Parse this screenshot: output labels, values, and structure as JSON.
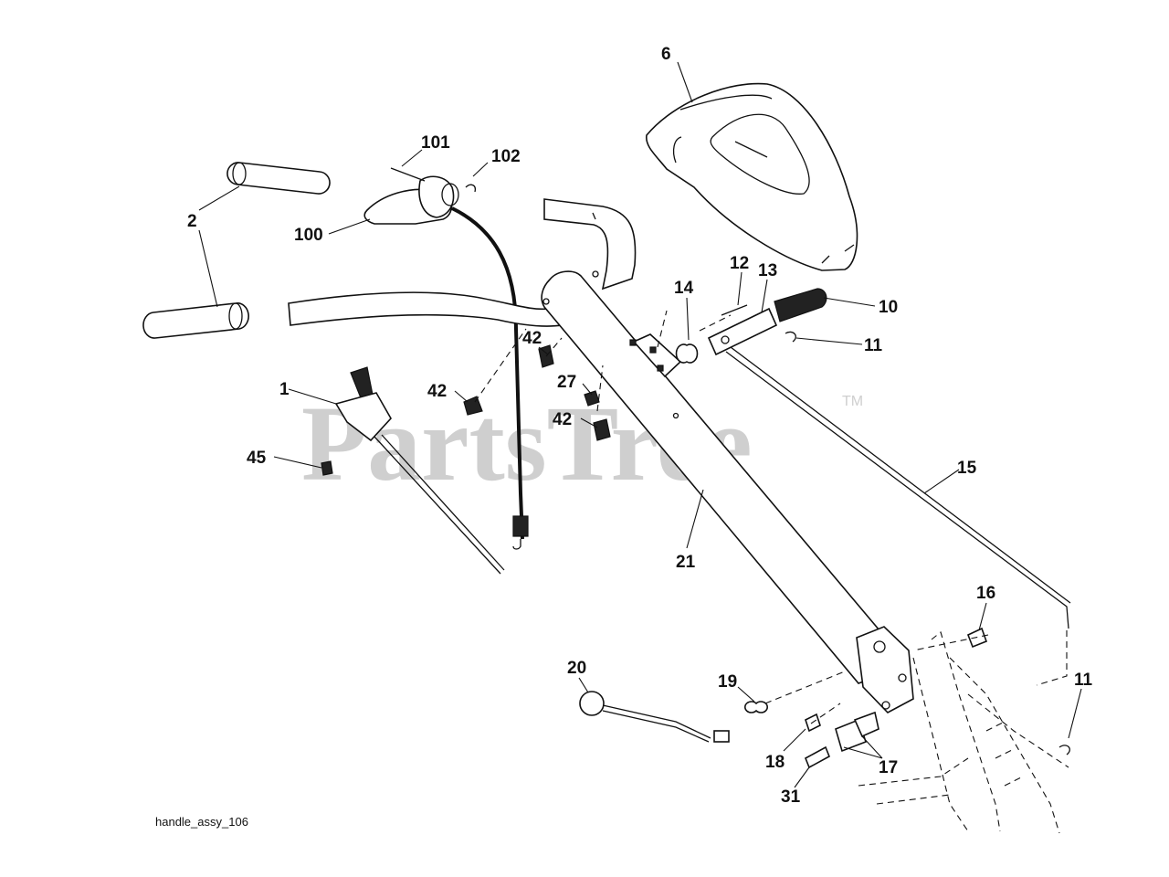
{
  "watermark": {
    "text": "PartsTree",
    "trademark": "TM"
  },
  "caption": "handle_assy_106",
  "callouts": [
    "6",
    "101",
    "102",
    "2",
    "100",
    "12",
    "13",
    "10",
    "14",
    "11",
    "42",
    "1",
    "27",
    "42",
    "42",
    "45",
    "15",
    "21",
    "16",
    "20",
    "19",
    "11",
    "18",
    "17",
    "31"
  ]
}
